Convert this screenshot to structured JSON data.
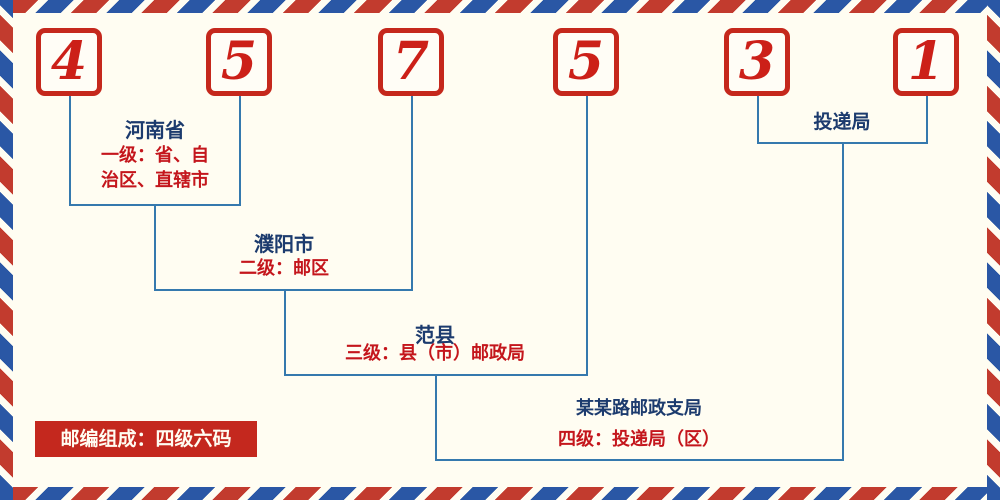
{
  "digits": [
    "4",
    "5",
    "7",
    "5",
    "3",
    "1"
  ],
  "levels": {
    "province": {
      "name": "河南省",
      "desc_line1": "一级：省、自",
      "desc_line2": "治区、直辖市"
    },
    "district": {
      "name": "濮阳市",
      "desc": "二级：邮区"
    },
    "county": {
      "name": "范县",
      "desc": "三级：县（市）邮政局"
    },
    "branch": {
      "name": "某某路邮政支局",
      "desc": "四级：投递局（区）"
    },
    "delivery": {
      "name": "投递局"
    }
  },
  "footer": {
    "composition_label": "邮编组成：四级六码"
  },
  "colors": {
    "background": "#fffdf2",
    "digit_red": "#cc2018",
    "box_border_red": "#c5281c",
    "connector_blue": "#3579ae",
    "name_navy": "#1c3b6e",
    "desc_red": "#c4161c",
    "footer_bg": "#c4281e",
    "stripe_red": "#c23b2e",
    "stripe_blue": "#2a57a5"
  }
}
